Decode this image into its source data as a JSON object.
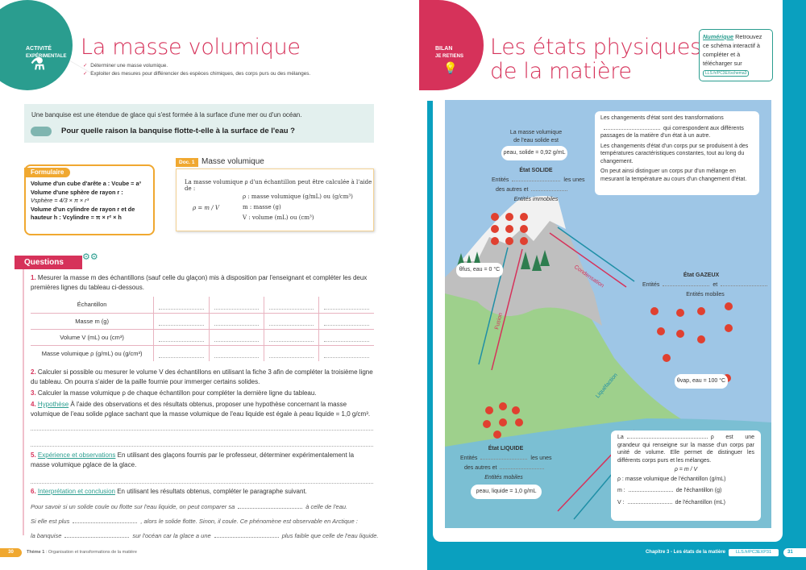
{
  "left": {
    "badge": {
      "line1": "ACTIVITÉ",
      "line2": "EXPÉRIMENTALE"
    },
    "title": "La masse volumique",
    "objectives": [
      "Déterminer une masse volumique.",
      "Exploiter des mesures pour différencier des espèces chimiques, des corps purs ou des mélanges."
    ],
    "intro": {
      "text": "Une banquise est une étendue de glace qui s'est formée à la surface d'une mer ou d'un océan.",
      "question": "Pour quelle raison la banquise flotte-t-elle à la surface de l'eau ?"
    },
    "formulaire": {
      "label": "Formulaire",
      "items": [
        "Volume d'un cube d'arête a : Vcube = a³",
        "Volume d'une sphère de rayon r :",
        "Vsphère = 4/3 × π × r³",
        "Volume d'un cylindre de rayon r et de hauteur h : Vcylindre = π × r² × h"
      ]
    },
    "doc1": {
      "tag": "Doc. 1",
      "title": "Masse volumique",
      "intro": "La masse volumique ρ d'un échantillon peut être calculée à l'aide de :",
      "formula": "ρ = m / V",
      "defs": [
        "ρ : masse volumique (g/mL) ou (g/cm³)",
        "m : masse (g)",
        "V : volume (mL) ou (cm³)"
      ]
    },
    "questions_label": "Questions",
    "q1": {
      "num": "1.",
      "text": "Mesurer la masse m des échantillons (sauf celle du glaçon) mis à disposition par l'enseignant et compléter les deux premières lignes du tableau ci-dessous."
    },
    "table_rows": [
      "Échantillon",
      "Masse m (g)",
      "Volume V (mL) ou (cm³)",
      "Masse volumique ρ (g/mL) ou (g/cm³)"
    ],
    "q2": {
      "num": "2.",
      "text": "Calculer si possible ou mesurer le volume V des échantillons en utilisant la fiche 3 afin de compléter la troisième ligne du tableau. On pourra s'aider de la paille fournie pour immerger certains solides."
    },
    "q3": {
      "num": "3.",
      "text": "Calculer la masse volumique ρ de chaque échantillon pour compléter la dernière ligne du tableau."
    },
    "q4": {
      "num": "4.",
      "tag": "Hypothèse",
      "text": "À l'aide des observations et des résultats obtenus, proposer une hypothèse concernant la masse volumique de l'eau solide ρglace sachant que la masse volumique de l'eau liquide est égale à ρeau liquide = 1,0 g/cm³."
    },
    "q5": {
      "num": "5.",
      "tag": "Expérience et observations",
      "text": "En utilisant des glaçons fournis par le professeur, déterminer expérimentalement la masse volumique ρglace de la glace."
    },
    "q6": {
      "num": "6.",
      "tag": "Interprétation et conclusion",
      "text": "En utilisant les résultats obtenus, compléter le paragraphe suivant."
    },
    "paragraph": {
      "l1a": "Pour savoir si un solide coule ou flotte sur l'eau liquide, on peut comparer sa",
      "l1b": "à celle de l'eau.",
      "l2a": "Si elle est plus",
      "l2b": ", alors le solide flotte. Sinon, il coule. Ce phénomène est observable en Arctique :",
      "l3a": "la banquise",
      "l3b": "sur l'océan car la glace a une",
      "l3c": "plus faible que celle de l'eau liquide."
    },
    "footer": {
      "page": "30",
      "theme": "Thème 1",
      "subtitle": " : Organisation et transformations de la matière"
    }
  },
  "right": {
    "badge": {
      "line1": "BILAN",
      "line2": "JE RETIENS"
    },
    "title": [
      "Les états physiques",
      "de la matière"
    ],
    "numerique": {
      "tag": "Numérique",
      "text": "Retrouvez ce schéma interactif à compléter et à télécharger sur",
      "link": "LLS.fr/PC3EXschema3"
    },
    "infobox": [
      "Les changements d'état sont des transformations",
      "qui correspondent aux différents passages de la matière d'un état à un autre.",
      "Les changements d'état d'un corps pur se produisent à des températures caractéristiques constantes, tout au long du changement.",
      "On peut ainsi distinguer un corps pur d'un mélange en mesurant la température au cours d'un changement d'état."
    ],
    "solid": {
      "intro": [
        "La masse volumique",
        "de l'eau solide est"
      ],
      "rho": "ρeau, solide = 0,92 g/mL",
      "title": "État SOLIDE",
      "l1a": "Entités",
      "l1b": "les unes",
      "l2": "des autres et",
      "mobility": "Entités immobiles"
    },
    "gas": {
      "title": "État GAZEUX",
      "l1a": "Entités",
      "l1b": "et",
      "mobility": "Entités mobiles"
    },
    "liquid": {
      "title": "État LIQUIDE",
      "l1a": "Entités",
      "l1b": "les unes",
      "l2": "des autres et",
      "mobility": "Entités mobiles",
      "rho": "ρeau, liquide = 1,0 g/mL"
    },
    "fusion_temp": "θfus, eau = 0 °C",
    "vap_temp": "θvap, eau = 100 °C",
    "arrows": {
      "fusion": "Fusion",
      "condensation": "Condensation",
      "liquefaction": "Liquéfaction"
    },
    "massbox": {
      "l1a": "La",
      "l1b": "ρ est une grandeur qui renseigne sur la masse d'un corps par unité de volume. Elle permet de distinguer les différents corps purs et les mélanges.",
      "formula": "ρ = m / V",
      "d1": "ρ : masse volumique de l'échantillon (g/mL)",
      "d2a": "m :",
      "d2b": "de l'échantillon (g)",
      "d3a": "V :",
      "d3b": "de l'échantillon (mL)"
    },
    "footer": {
      "chapter": "Chapitre 3 - Les états de la matière",
      "link": "LLS.fr/PC3EXP31",
      "page": "31"
    }
  },
  "colors": {
    "red": "#d6325a",
    "teal": "#2a9d8f",
    "cyan": "#0aa0bf",
    "orange": "#f0a830",
    "sky": "#9ec6e6"
  }
}
